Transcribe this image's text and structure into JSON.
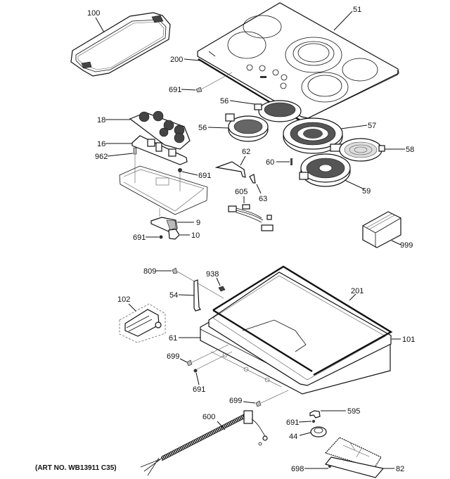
{
  "diagram": {
    "type": "exploded-parts-diagram",
    "subject": "Electric cooktop assembly",
    "art_number": "(ART NO. WB13911 C35)",
    "callouts": {
      "griddle": "100",
      "glass_cooktop": "51",
      "gasket_top": "200",
      "screw_top": "691",
      "element_56_rear": "56",
      "element_56_front": "56",
      "element_57": "57",
      "element_58": "58",
      "element_59": "59",
      "sensor_60": "60",
      "bracket_62": "62",
      "clip_63": "63",
      "harness_605": "605",
      "box_999": "999",
      "touch_board_18": "18",
      "control_board_16": "16",
      "standoff_962": "962",
      "nut_691_board": "691",
      "bracket_9": "9",
      "cover_10": "10",
      "nut_691_bracket": "691",
      "screw_809": "809",
      "clip_938": "938",
      "bracket_54": "54",
      "terminal_block_102": "102",
      "gasket_201": "201",
      "frame_101": "101",
      "burner_box_61": "61",
      "screw_699_left": "699",
      "nut_691_left": "691",
      "screw_699_bottom": "699",
      "cord_600": "600",
      "clamp_595": "595",
      "nut_691_bottom": "691",
      "grommet_44": "44",
      "relay_board_82": "82",
      "screw_698": "698"
    }
  }
}
